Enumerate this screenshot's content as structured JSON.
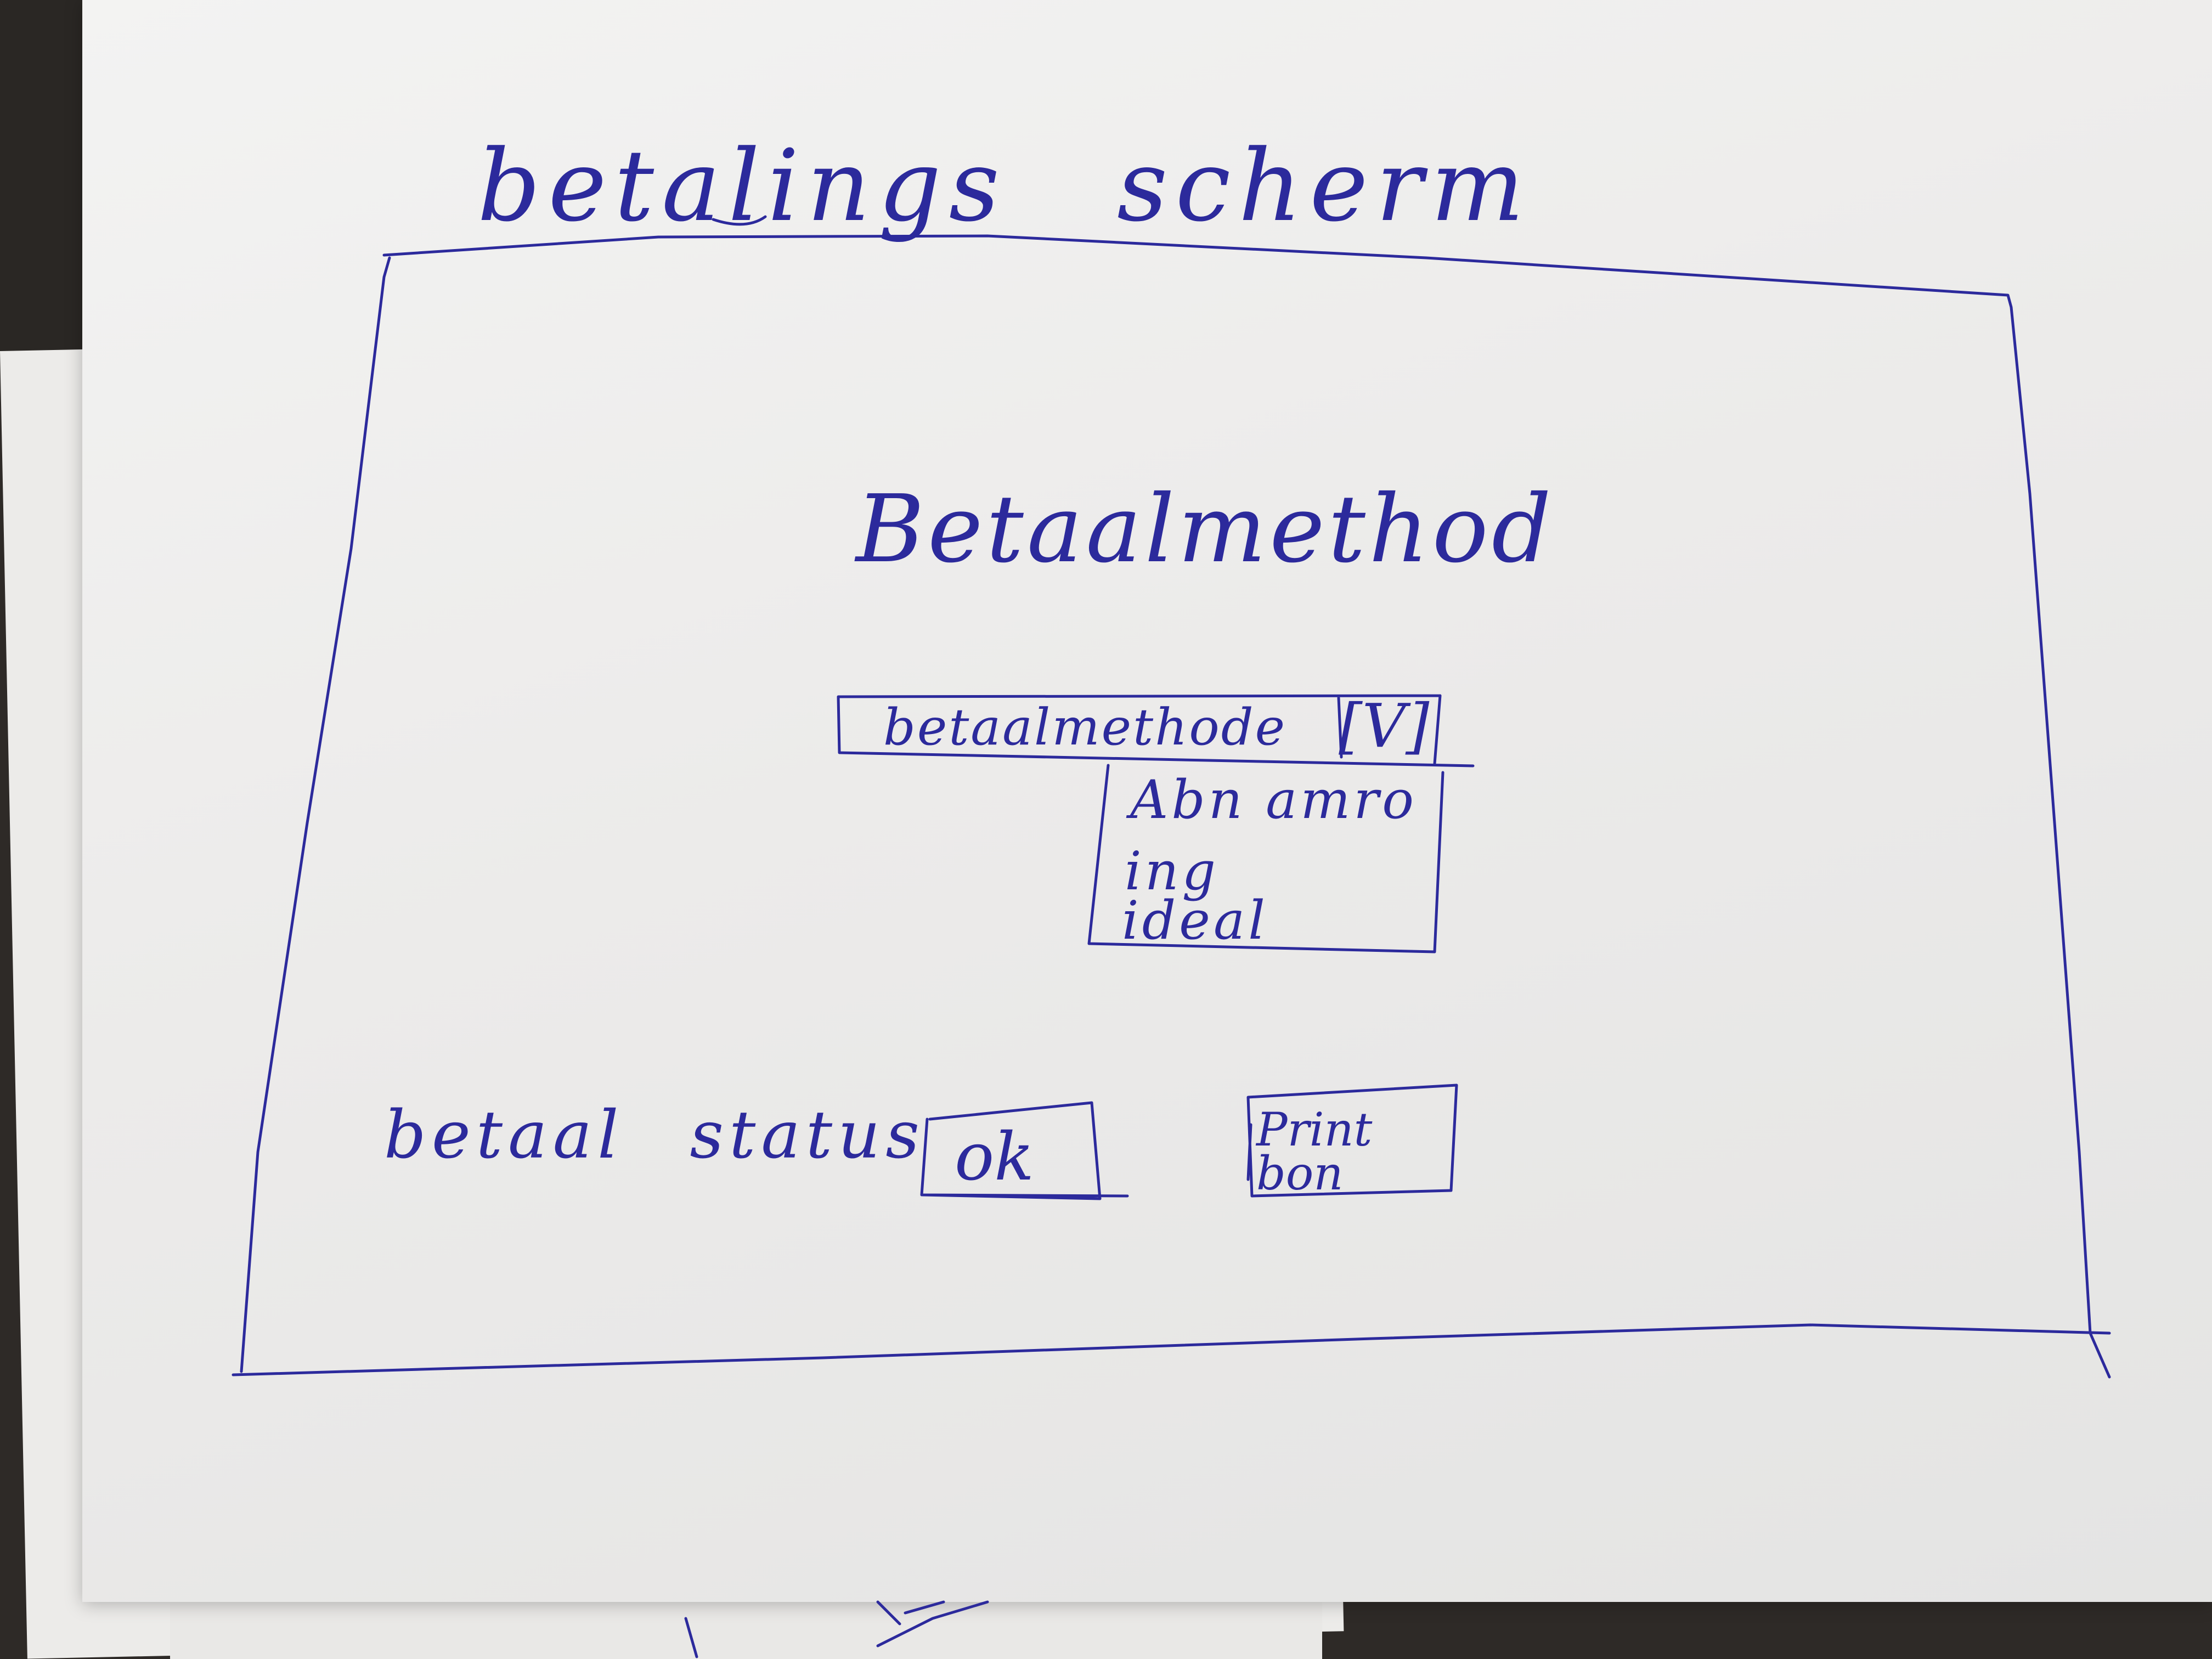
{
  "sheet": {
    "title_word_1": "betalings",
    "title_word_2": "scherm"
  },
  "window": {
    "heading": "Betaalmethod",
    "payment_select": {
      "value": "betaalmethode",
      "arrow": "[V]",
      "options": [
        "Abn amro",
        "ing",
        "ideal"
      ]
    },
    "status": {
      "label_word_1": "betaal",
      "label_word_2": "status",
      "ok_button": "ok",
      "print_button": "Print bon"
    }
  },
  "colors": {
    "ink": "#2c2a9c",
    "paper": "#eeeeed",
    "desk": "#2e2a27"
  }
}
